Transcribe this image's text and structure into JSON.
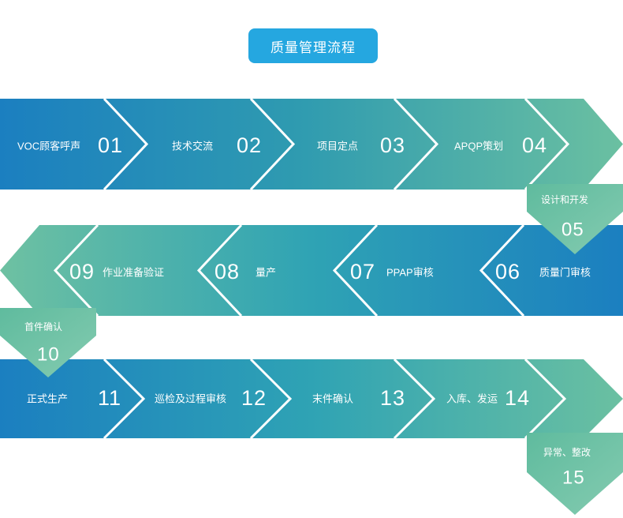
{
  "title": {
    "text": "质量管理流程",
    "bg": "#25a7e0",
    "color": "#ffffff"
  },
  "palette": {
    "row1_start": "#1b7fc0",
    "row1_end": "#6bc0a1",
    "row2_start": "#6ec1a2",
    "row2_end": "#1b7fc0",
    "row3_start": "#1b7fc0",
    "row3_end": "#6bc0a1",
    "connector_start": "#5fbb9e",
    "connector_end": "#7ec8ab",
    "separator": "#ffffff",
    "text": "#ffffff"
  },
  "rows": [
    {
      "name": "row-1",
      "direction": "left-to-right",
      "steps": [
        {
          "label": "VOC顾客呼声",
          "number": "01"
        },
        {
          "label": "技术交流",
          "number": "02"
        },
        {
          "label": "项目定点",
          "number": "03"
        },
        {
          "label": "APQP策划",
          "number": "04"
        }
      ]
    },
    {
      "name": "row-2",
      "direction": "right-to-left",
      "steps": [
        {
          "label": "质量门审核",
          "number": "06"
        },
        {
          "label": "PPAP审核",
          "number": "07"
        },
        {
          "label": "量产",
          "number": "08"
        },
        {
          "label": "作业准备验证",
          "number": "09"
        }
      ]
    },
    {
      "name": "row-3",
      "direction": "left-to-right",
      "steps": [
        {
          "label": "正式生产",
          "number": "11"
        },
        {
          "label": "巡检及过程审核",
          "number": "12"
        },
        {
          "label": "末件确认",
          "number": "13"
        },
        {
          "label": "入库、发运",
          "number": "14"
        }
      ]
    }
  ],
  "connectors": [
    {
      "name": "connector-right-top",
      "label": "设计和开发",
      "number": "05",
      "side": "right"
    },
    {
      "name": "connector-left-middle",
      "label": "首件确认",
      "number": "10",
      "side": "left"
    },
    {
      "name": "connector-right-bottom",
      "label": "异常、整改",
      "number": "15",
      "side": "right"
    }
  ]
}
